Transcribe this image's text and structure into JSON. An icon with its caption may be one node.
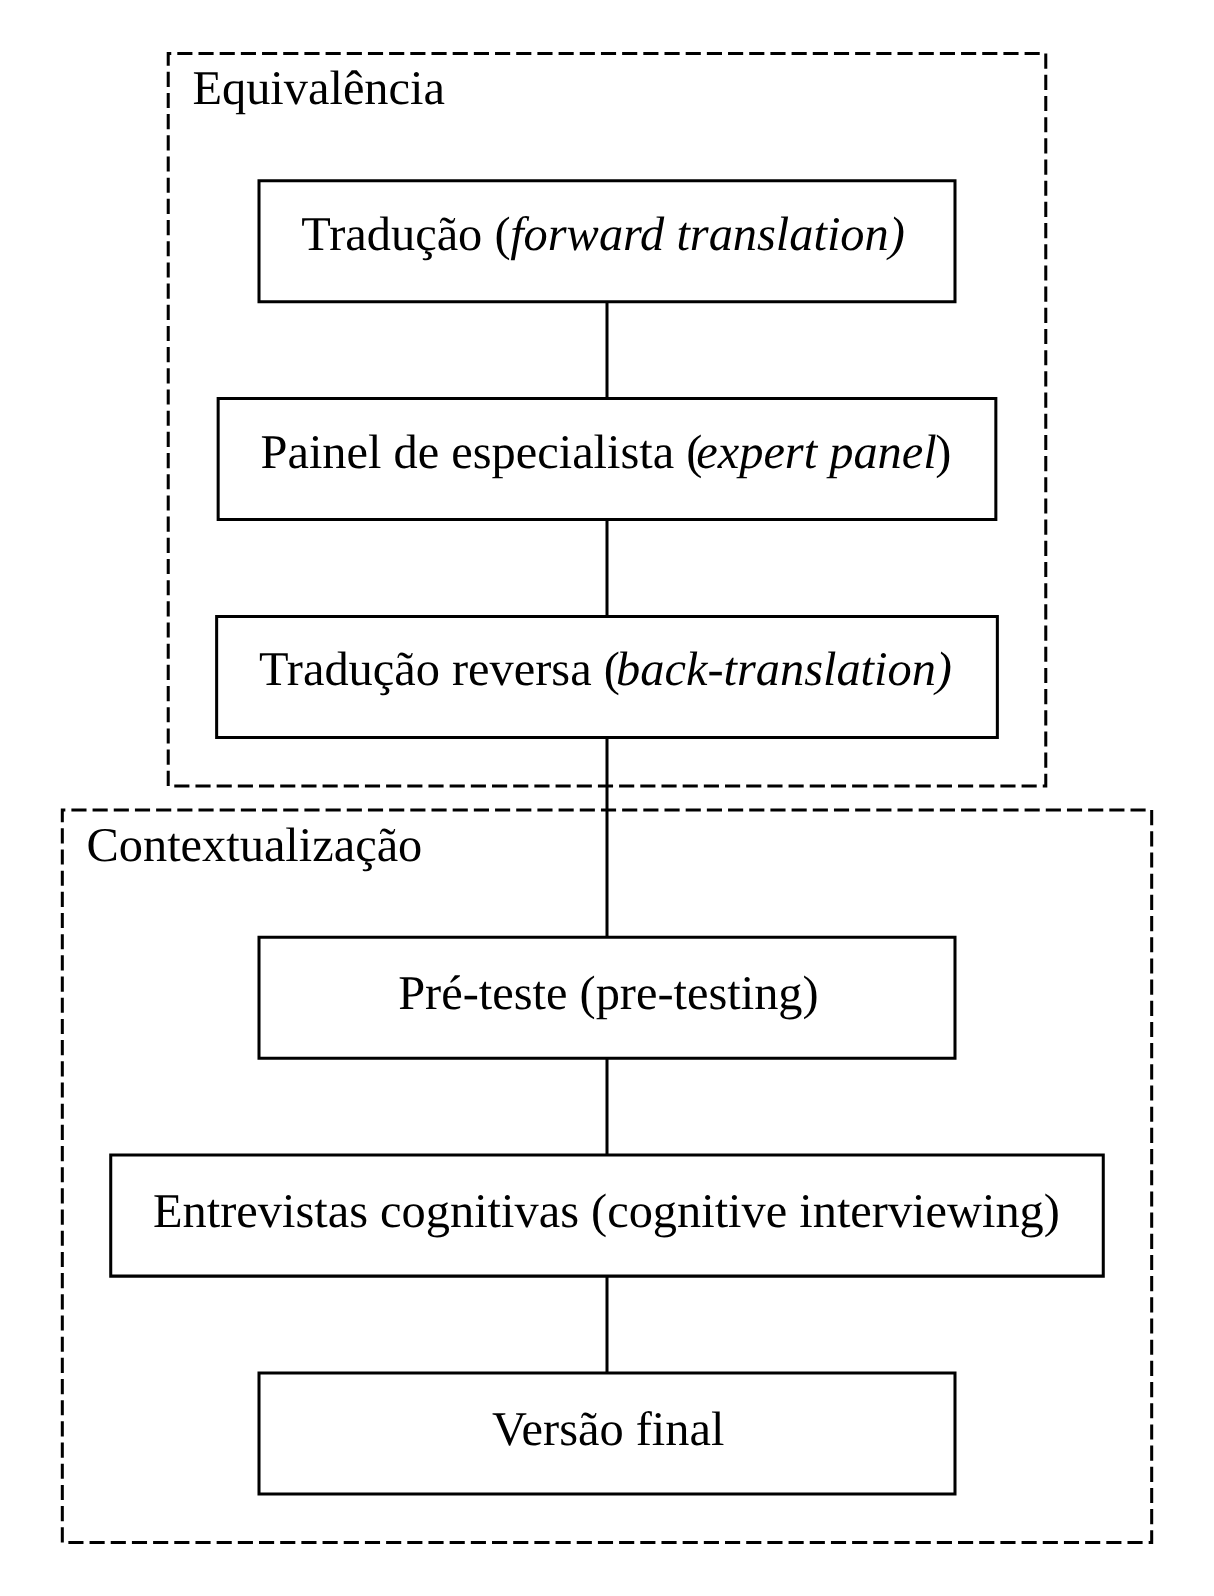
{
  "diagram": {
    "nodes": [
      {
        "text": [
          "Equivalência"
        ]
      },
      {
        "text": [
          "Tradução (*forward translation)*"
        ],
        "in": 0
      },
      {
        "text": [
          "Painel de especialista (*expert panel*)"
        ],
        "in": 0
      },
      {
        "text": [
          "Tradução reversa (*back-translation)*"
        ],
        "in": 0
      },
      {
        "text": [
          "Contextualização"
        ]
      },
      {
        "text": [
          "Pré-teste (pre-testing)"
        ],
        "in": 4
      },
      {
        "text": [
          "Entrevistas cognitivas (cognitive interviewing)"
        ],
        "in": 4
      },
      {
        "text": [
          "Versão final"
        ],
        "in": 4
      }
    ],
    "edges": [
      {
        "from": 1,
        "to": 2,
        "arrow": "none"
      },
      {
        "from": 2,
        "to": 3,
        "arrow": "none"
      },
      {
        "from": 3,
        "to": 5,
        "arrow": "none"
      },
      {
        "from": 5,
        "to": 6,
        "arrow": "none"
      },
      {
        "from": 6,
        "to": 7,
        "arrow": "none"
      }
    ]
  }
}
